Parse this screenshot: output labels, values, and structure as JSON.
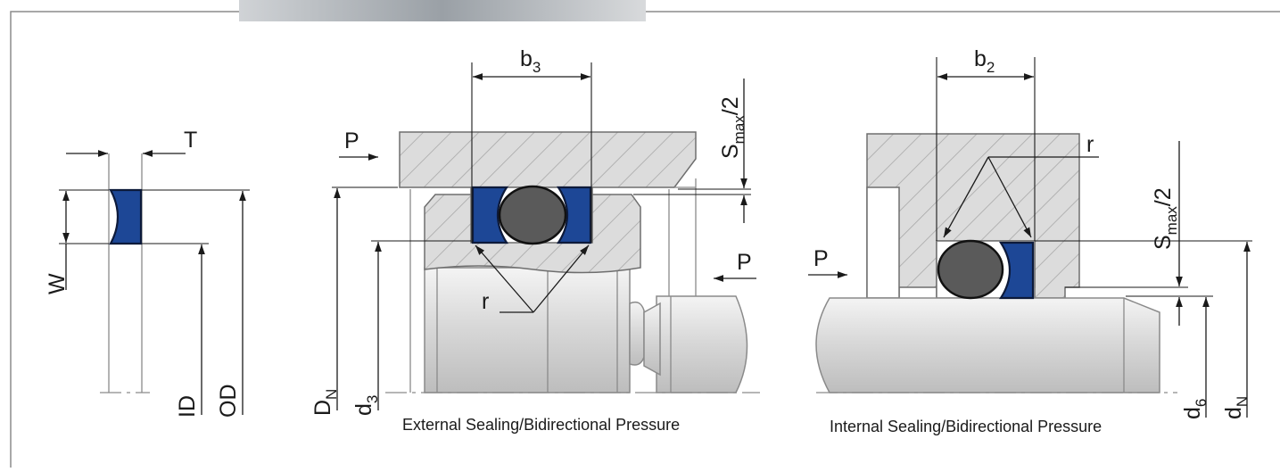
{
  "labels": {
    "T": "T",
    "W": "W",
    "ID": "ID",
    "OD": "OD",
    "P": "P",
    "r": "r",
    "D": "D",
    "N": "N",
    "d": "d",
    "b": "b",
    "sub3": "3",
    "sub2": "2",
    "sub6": "6",
    "S": "S",
    "max": "max",
    "half": "/2"
  },
  "captions": {
    "external": "External Sealing/Bidirectional Pressure",
    "internal": "Internal Sealing/Bidirectional Pressure"
  },
  "colors": {
    "seal": "#1d4796",
    "oring": "#5a5a5a",
    "frame": "#8c8c8c"
  }
}
